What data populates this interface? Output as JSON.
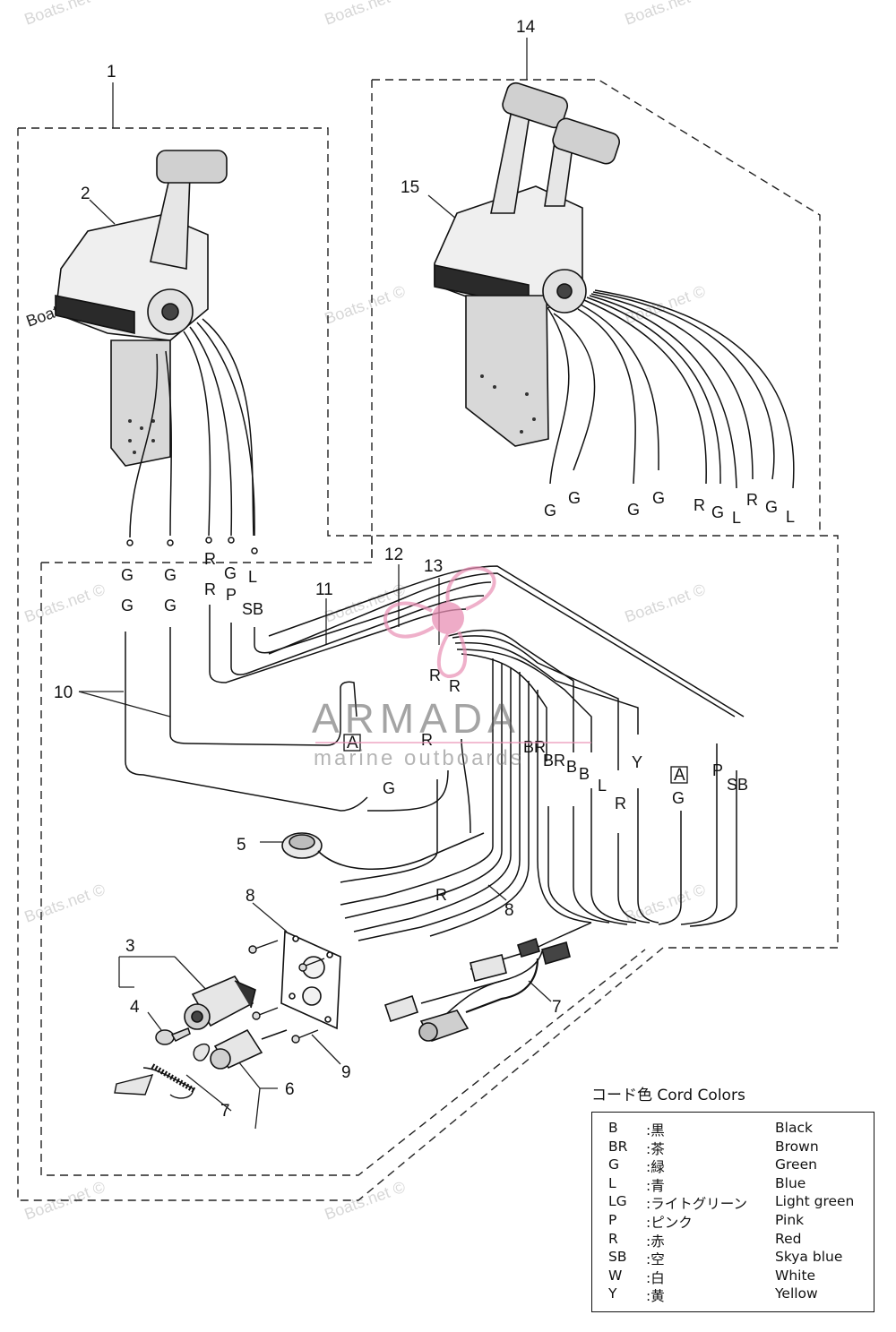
{
  "watermark_text": "Boats.net ©",
  "brand": {
    "name": "ARMADA",
    "tagline": "marine outboards",
    "accent_color": "#e88fb4"
  },
  "part_numbers": [
    "1",
    "2",
    "3",
    "4",
    "5",
    "6",
    "7",
    "7",
    "8",
    "8",
    "9",
    "10",
    "11",
    "12",
    "13",
    "14",
    "15"
  ],
  "wire_labels_left": {
    "g1_top": "G",
    "g1_bot": "G",
    "g2_top": "G",
    "g2_bot": "G",
    "r_top": "R",
    "r_bot": "R",
    "g3": "G",
    "p": "P",
    "l": "L",
    "sb": "SB"
  },
  "wire_labels_right_control": [
    "G",
    "G",
    "G",
    "G",
    "R",
    "G",
    "L",
    "R",
    "G",
    "L"
  ],
  "wire_labels_harness": {
    "r1": "R",
    "r2": "R",
    "r3": "R",
    "br1": "BR",
    "br2": "BR",
    "b1": "B",
    "b2": "B",
    "l": "L",
    "r4": "R",
    "y": "Y",
    "g_a": "G",
    "p": "P",
    "sb": "SB",
    "g_lower": "G",
    "r_lower": "R"
  },
  "connector_marks": [
    "A",
    "A"
  ],
  "legend": {
    "title": "コード色 Cord Colors",
    "rows": [
      {
        "code": "B",
        "jp": ":黒",
        "en": "Black"
      },
      {
        "code": "BR",
        "jp": ":茶",
        "en": "Brown"
      },
      {
        "code": "G",
        "jp": ":緑",
        "en": "Green"
      },
      {
        "code": "L",
        "jp": ":青",
        "en": "Blue"
      },
      {
        "code": "LG",
        "jp": ":ライトグリーン",
        "en": "Light green"
      },
      {
        "code": "P",
        "jp": ":ピンク",
        "en": "Pink"
      },
      {
        "code": "R",
        "jp": ":赤",
        "en": "Red"
      },
      {
        "code": "SB",
        "jp": ":空",
        "en": "Skya blue"
      },
      {
        "code": "W",
        "jp": ":白",
        "en": "White"
      },
      {
        "code": "Y",
        "jp": ":黄",
        "en": "Yellow"
      }
    ]
  }
}
